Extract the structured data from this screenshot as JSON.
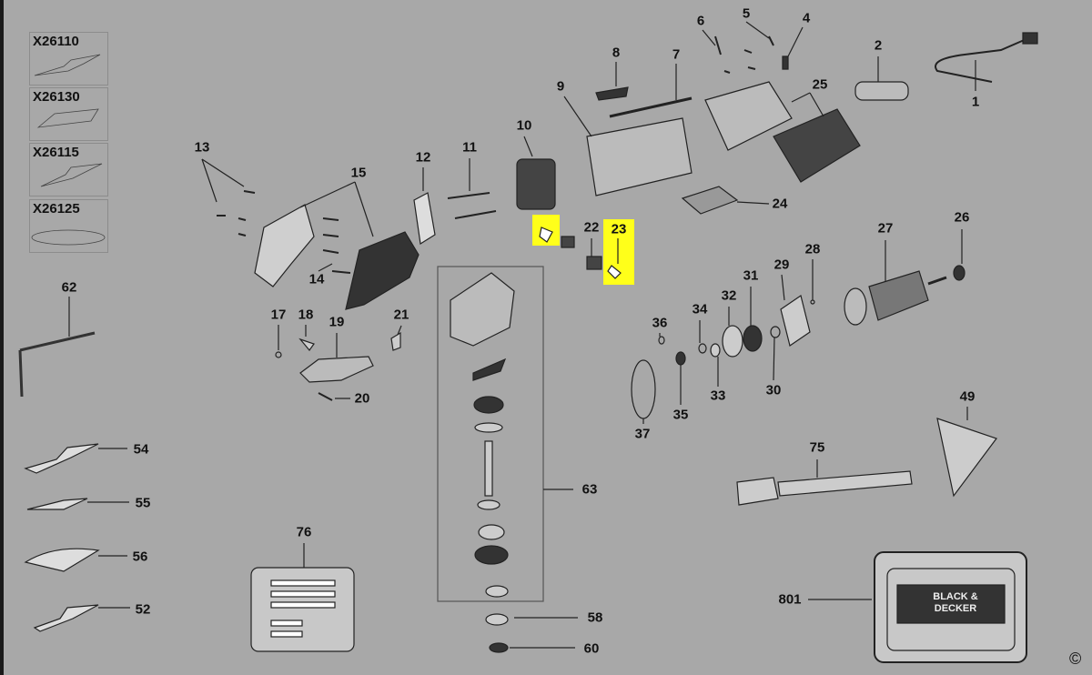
{
  "accessories": [
    "X26110",
    "X26130",
    "X26115",
    "X26125"
  ],
  "parts": {
    "p1": "1",
    "p2": "2",
    "p4": "4",
    "p5": "5",
    "p6": "6",
    "p7": "7",
    "p8": "8",
    "p9": "9",
    "p10": "10",
    "p11": "11",
    "p12": "12",
    "p13": "13",
    "p14": "14",
    "p15": "15",
    "p17": "17",
    "p18": "18",
    "p19": "19",
    "p20": "20",
    "p21": "21",
    "p22": "22",
    "p23": "23",
    "p24": "24",
    "p25": "25",
    "p26": "26",
    "p27": "27",
    "p28": "28",
    "p29": "29",
    "p30": "30",
    "p31": "31",
    "p32": "32",
    "p33": "33",
    "p34": "34",
    "p35": "35",
    "p36": "36",
    "p37": "37",
    "p49": "49",
    "p52": "52",
    "p54": "54",
    "p55": "55",
    "p56": "56",
    "p58": "58",
    "p60": "60",
    "p62": "62",
    "p63": "63",
    "p75": "75",
    "p76": "76",
    "p801": "801"
  },
  "highlighted_parts": [
    "23"
  ],
  "highlight_color": "#ffff1a",
  "case_brand": "BLACK & DECKER",
  "copyright": "©"
}
